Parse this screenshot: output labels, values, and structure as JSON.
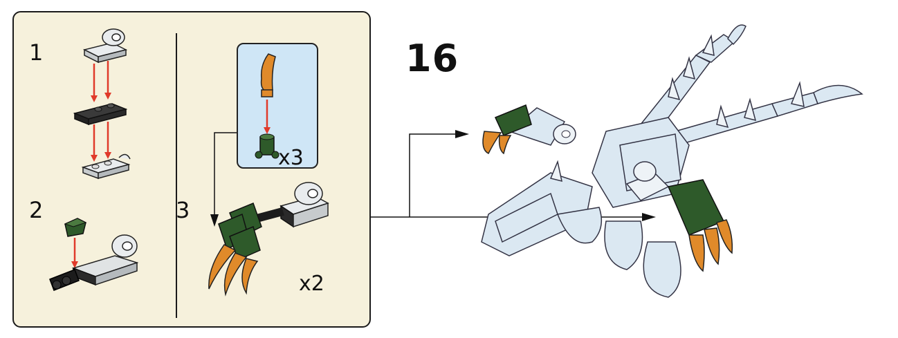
{
  "step": {
    "number": "16"
  },
  "substeps": [
    {
      "number": "1"
    },
    {
      "number": "2"
    },
    {
      "number": "3"
    }
  ],
  "inset": {
    "quantity": "x3"
  },
  "substep3": {
    "quantity": "x2"
  },
  "colors": {
    "panel_background": "#f6f1dc",
    "inset_background": "#cfe6f6",
    "arrow_red": "#e03a2a",
    "part_green": "#2e5a2a",
    "part_orange": "#e08a2a",
    "part_light_gray": "#d9dcdd",
    "model_light_blue": "#dbe8f2"
  }
}
